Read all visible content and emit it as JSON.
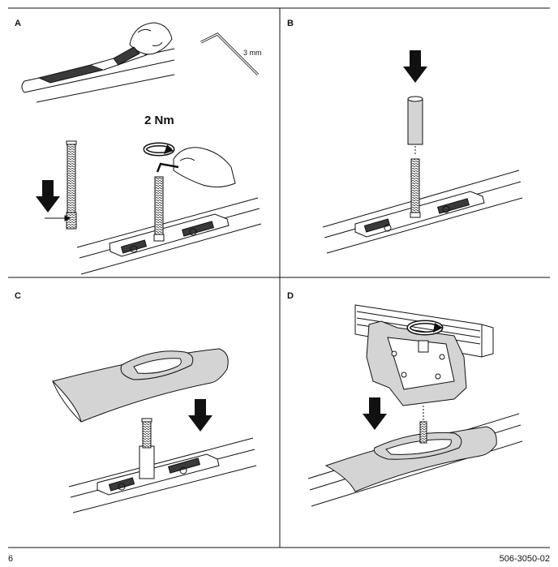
{
  "panels": {
    "a": {
      "label": "A",
      "torque": "2 Nm",
      "tool_size": "3 mm"
    },
    "b": {
      "label": "B"
    },
    "c": {
      "label": "C"
    },
    "d": {
      "label": "D"
    }
  },
  "footer": {
    "page_number": "6",
    "doc_code": "506-3050-02"
  },
  "icons": [
    "down-arrow-icon",
    "rotate-arrow-icon",
    "hex-key-icon",
    "hand-icon"
  ],
  "colors": {
    "line": "#111111",
    "fill_gray": "#d4d4d4",
    "fill_dark": "#3a3a3a"
  }
}
